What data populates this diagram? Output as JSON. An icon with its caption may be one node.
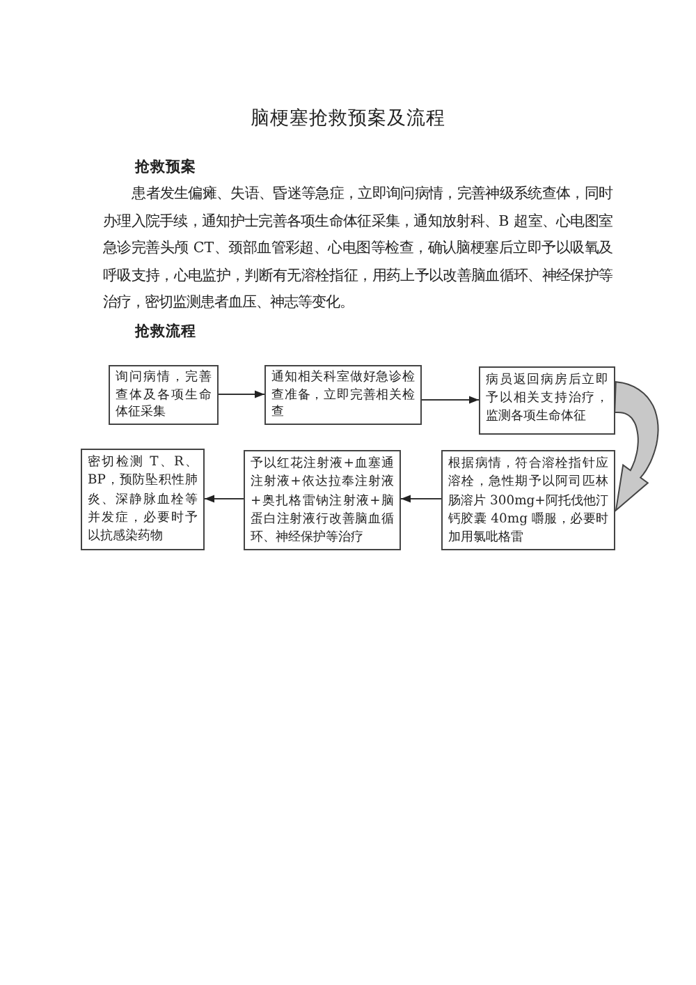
{
  "diagram": {
    "title": "脑梗塞抢救预案及流程",
    "nodes": [
      {
        "text": [
          "询问病情，完善查体及各项生命体征采集"
        ]
      },
      {
        "text": [
          "通知相关科室做好急诊检查准备，立即完善相关检查"
        ]
      },
      {
        "text": [
          "病员返回病房后立即予以相关支持治疗，监测各项生命体征"
        ]
      },
      {
        "text": [
          "根据病情，符合溶栓指针应溶栓，急性期予以阿司匹林肠溶片 300mg+阿托伐他汀钙胶囊 40mg 嚼服，必要时加用氯吡格雷"
        ]
      },
      {
        "text": [
          "予以红花注射液+血塞通注射液+依达拉奉注射液+奥扎格雷钠注射液+脑蛋白注射液行改善脑血循环、神经保护等治疗"
        ]
      },
      {
        "text": [
          "密切检测 T、R、BP，预防坠积性肺炎、深静脉血栓等并发症，必要时予以抗感染药物"
        ]
      }
    ],
    "edges": [
      {
        "from": 0,
        "to": 1,
        "arrow": "to"
      },
      {
        "from": 1,
        "to": 2,
        "arrow": "to"
      },
      {
        "from": 2,
        "to": 3,
        "arrow": "to",
        "style": "thick"
      },
      {
        "from": 3,
        "to": 4,
        "arrow": "to"
      },
      {
        "from": 4,
        "to": 5,
        "arrow": "to"
      }
    ],
    "labels": [
      "抢救预案",
      "患者发生偏瘫、失语、昏迷等急症，立即询问病情，完善神级系统查体，同时办理入院手续，通知护士完善各项生命体征采集，通知放射科、B 超室、心电图室急诊完善头颅 CT、颈部血管彩超、心电图等检查，确认脑梗塞后立即予以吸氧及呼吸支持，心电监护，判断有无溶栓指征，用药上予以改善脑血循环、神经保护等治疗，密切监测患者血压、神志等变化。",
      "抢救流程"
    ]
  }
}
